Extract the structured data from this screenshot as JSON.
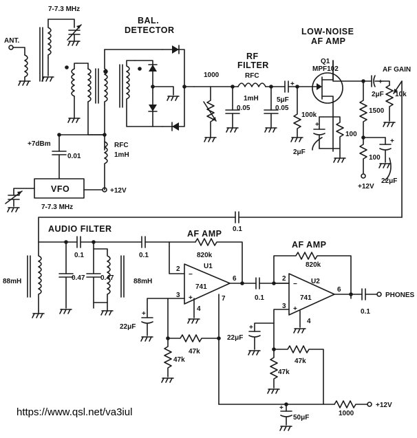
{
  "labels": {
    "ant": "ANT.",
    "freq_top": "7-7.3 MHz",
    "bal_det_1": "BAL.",
    "bal_det_2": "DETECTOR",
    "rf_filter_1": "RF",
    "rf_filter_2": "FILTER",
    "rfc_top": "RFC",
    "rfc_top_val": "1mH",
    "lna_1": "LOW-NOISE",
    "lna_2": "AF AMP",
    "q1": "Q1",
    "q1_part": "MPF102",
    "af_gain": "AF GAIN",
    "r1000": "1000",
    "c005a": "0.05",
    "c005b": "0.05",
    "c5uf": "5μF",
    "r100k": "100k",
    "c2uf_src": "2μF",
    "r100a": "100",
    "c2uf_out": "2μF",
    "r10k": "10k",
    "r1500": "1500",
    "r100b": "100",
    "c22uf": "22μF",
    "v12_q1": "+12V",
    "dbm": "+7dBm",
    "c001": "0.01",
    "rfc_mid": "RFC",
    "rfc_mid_val": "1mH",
    "vfo": "VFO",
    "v12_vfo": "+12V",
    "vfo_freq": "7-7.3 MHz",
    "c01_link": "0.1",
    "audio_filter": "AUDIO FILTER",
    "af_amp_u1": "AF AMP",
    "af_amp_u2": "AF AMP",
    "c01_af1": "0.1",
    "c01_af2": "0.1",
    "l88a": "88mH",
    "c047a": "0.47",
    "c047b": "0.47",
    "l88b": "88mH",
    "r820a": "820k",
    "r820b": "820k",
    "u1": "U1",
    "u2": "U2",
    "op741a": "741",
    "op741b": "741",
    "pin2a": "2",
    "pin3a": "3",
    "pin4a": "4",
    "pin6a": "6",
    "pin7a": "7",
    "pin2b": "2",
    "pin3b": "3",
    "pin4b": "4",
    "pin6b": "6",
    "c01_mid": "0.1",
    "c01_out": "0.1",
    "phones": "PHONES",
    "c22uf_u1": "22μF",
    "r47a": "47k",
    "r47b": "47k",
    "c22uf_u2": "22μF",
    "r47c": "47k",
    "r47d": "47k",
    "c50uf": "50μF",
    "r1000_bot": "1000",
    "v12_bot": "+12V",
    "url": "https://www.qsl.net/va3iul"
  },
  "colors": {
    "ink": "#1a1a1a",
    "paper": "#ffffff"
  }
}
